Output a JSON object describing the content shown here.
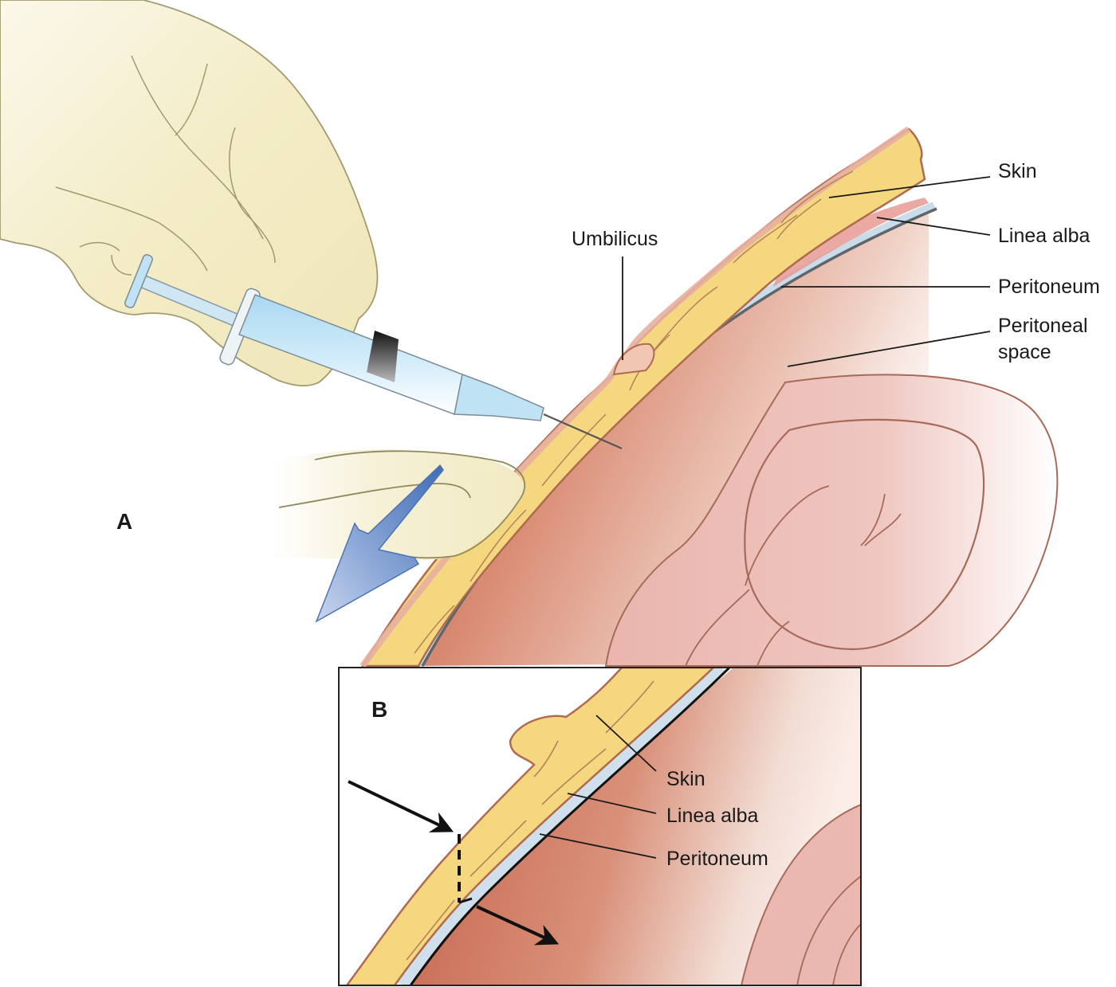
{
  "figure": {
    "panels": [
      {
        "id": "A",
        "letter": "A",
        "labels": {
          "umbilicus": "Umbilicus",
          "skin": "Skin",
          "linea_alba": "Linea alba",
          "peritoneum": "Peritoneum",
          "peritoneal_space_line1": "Peritoneal",
          "peritoneal_space_line2": "space"
        }
      },
      {
        "id": "B",
        "letter": "B",
        "labels": {
          "skin": "Skin",
          "linea_alba": "Linea alba",
          "peritoneum": "Peritoneum"
        }
      }
    ],
    "icons": {
      "syringe": "syringe-icon",
      "gloved_hand_top": "gloved-hand-icon",
      "gloved_hand_bottom": "gloved-hand-icon",
      "traction_arrow": "blue-arrow-down-left",
      "entry_arrow": "black-arrow",
      "exit_arrow": "black-arrow"
    },
    "colors": {
      "glove": "#f3ecc4",
      "glove_outline": "#a09a6e",
      "fat": "#f5d77f",
      "skin_outline": "#b06a50",
      "muscle_dark": "#c96a52",
      "muscle_light": "#f3dcd2",
      "bowel": "#ecbcb6",
      "bowel_outline": "#a86a58",
      "peritoneum_line": "#c8dbe8",
      "syringe": "#bfe2f4",
      "traction_arrow": "#5d86c4"
    }
  }
}
